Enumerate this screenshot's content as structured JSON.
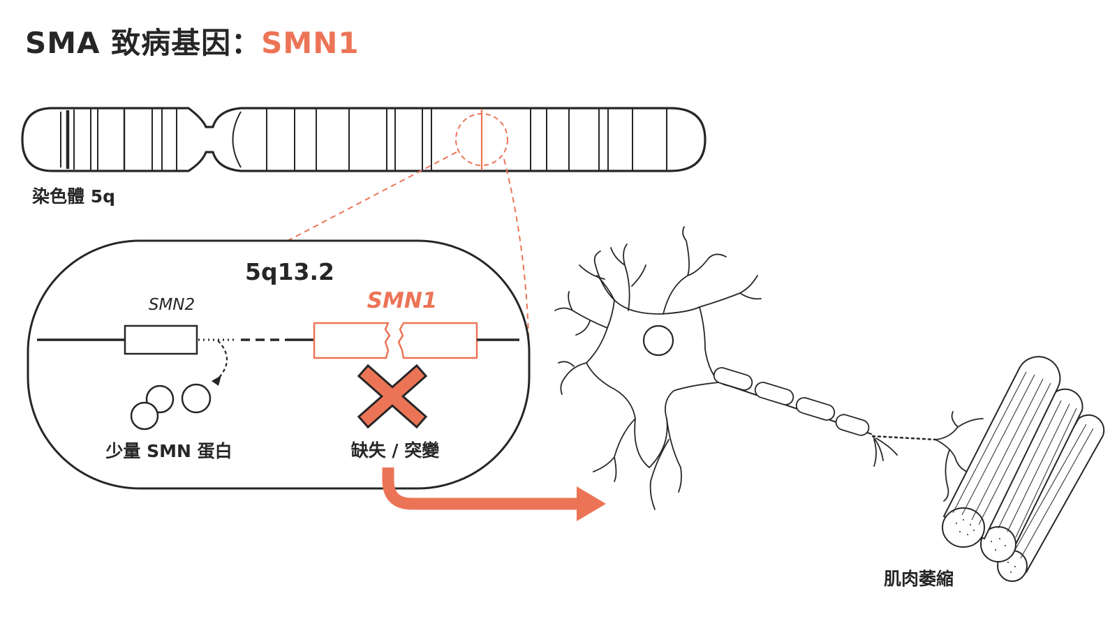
{
  "title": {
    "prefix": "SMA 致病基因：",
    "gene": "SMN1"
  },
  "colors": {
    "accent": "#ec7456",
    "ink": "#262626",
    "background": "#ffffff"
  },
  "chromosome": {
    "label": "染色體 5q"
  },
  "locus": {
    "label": "5q13.2",
    "smn2_label": "SMN2",
    "smn1_label": "SMN1",
    "protein_label": "少量 SMN 蛋白",
    "mutation_label": "缺失 / 突變"
  },
  "outcome": {
    "label": "肌肉萎縮"
  }
}
